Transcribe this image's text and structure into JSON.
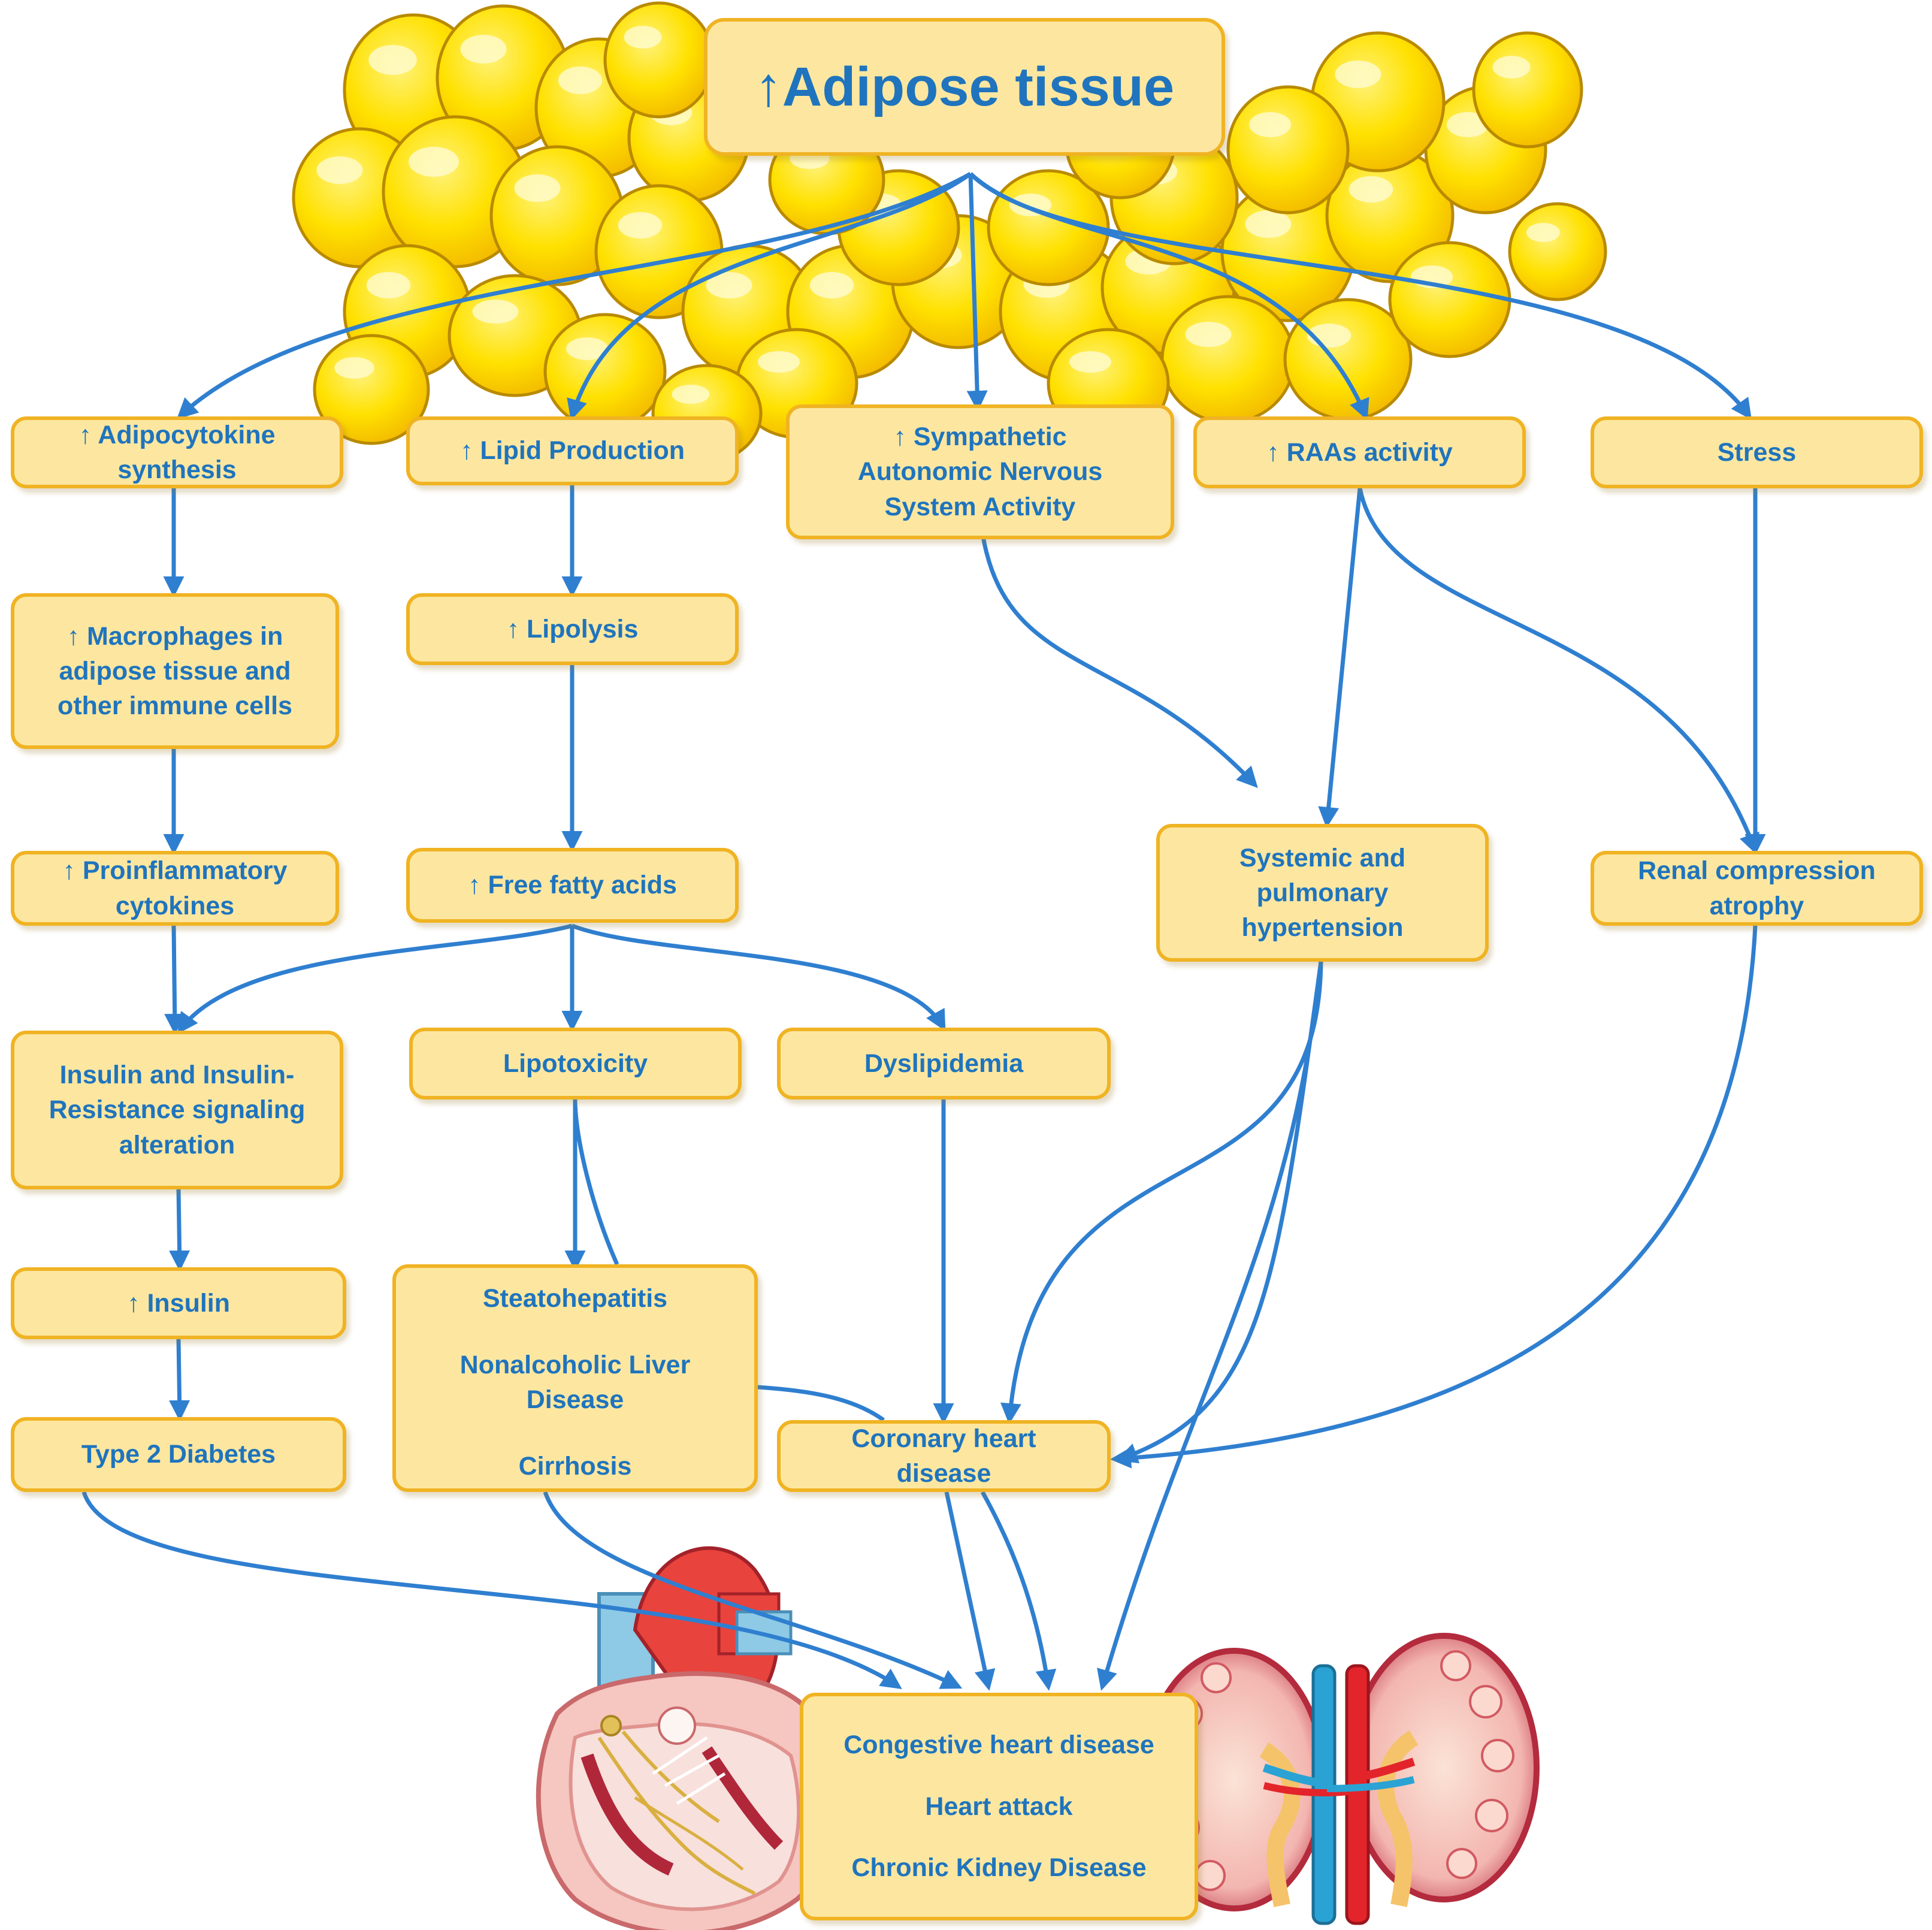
{
  "diagram": {
    "title": "↑Adipose tissue",
    "row1": {
      "adipocytokine": "↑ Adipocytokine synthesis",
      "lipid_production": "↑ Lipid Production",
      "sympathetic": "↑ Sympathetic Autonomic Nervous System Activity",
      "raas": "↑ RAAs activity",
      "stress": "Stress"
    },
    "macrophages": "↑ Macrophages in adipose tissue and other immune cells",
    "lipolysis": "↑ Lipolysis",
    "proinflammatory": "↑ Proinflammatory cytokines",
    "free_fatty_acids": "↑ Free fatty acids",
    "systemic_hypertension": "Systemic and pulmonary hypertension",
    "renal_atrophy": "Renal compression atrophy",
    "insulin_resistance": "Insulin and Insulin-Resistance signaling alteration",
    "lipotoxicity": "Lipotoxicity",
    "dyslipidemia": "Dyslipidemia",
    "insulin": "↑ Insulin",
    "liver": {
      "steatohepatitis": "Steatohepatitis",
      "nafld": "Nonalcoholic Liver Disease",
      "cirrhosis": "Cirrhosis"
    },
    "type2_diabetes": "Type 2 Diabetes",
    "coronary": "Coronary heart disease",
    "outcomes": {
      "chf": "Congestive heart disease",
      "heart_attack": "Heart attack",
      "ckd": "Chronic Kidney Disease"
    },
    "colors": {
      "box_fill": "#fde7a0",
      "box_border": "#f0b323",
      "text": "#1f74bd",
      "arrow": "#2f7fd0",
      "fat_cell": "#ffe100"
    }
  }
}
